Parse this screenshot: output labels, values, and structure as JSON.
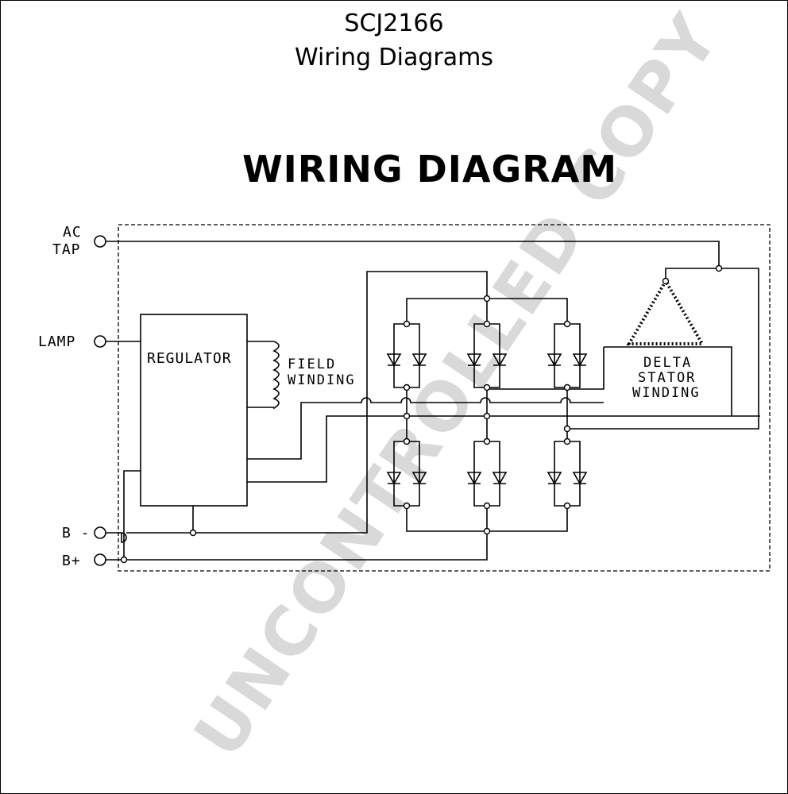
{
  "header": {
    "part_number": "SCJ2166",
    "subtitle": "Wiring Diagrams"
  },
  "diagram": {
    "title": "WIRING DIAGRAM",
    "watermark": "UNCONTROLLED COPY",
    "terminals": {
      "ac_tap_line1": "AC",
      "ac_tap_line2": "TAP",
      "lamp": "LAMP",
      "b_minus": "B -",
      "b_plus": "B+"
    },
    "regulator": "REGULATOR",
    "field_winding_line1": "FIELD",
    "field_winding_line2": "WINDING",
    "stator_line1": "DELTA",
    "stator_line2": "STATOR",
    "stator_line3": "WINDING"
  }
}
